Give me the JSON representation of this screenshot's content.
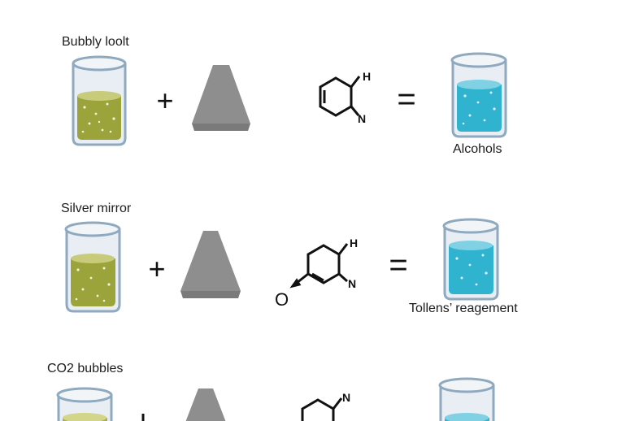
{
  "rows": [
    {
      "title": "Bubbly loolt",
      "operator": "+",
      "equals": "=",
      "molecule_atoms": [
        "H",
        "N"
      ],
      "product_label": "Alcohols",
      "left_liquid_color": "#9aa43a",
      "right_liquid_color": "#2fb3cf"
    },
    {
      "title": "Silver mirror",
      "operator": "+",
      "equals": "=",
      "molecule_atoms": [
        "H",
        "N",
        "O"
      ],
      "product_label": "Tollens’ reagement",
      "left_liquid_color": "#9aa43a",
      "right_liquid_color": "#2fb3cf"
    },
    {
      "title": "CO2 bubbles",
      "operator": "+",
      "equals": "=",
      "molecule_atoms": [
        "N"
      ],
      "product_label": "",
      "left_liquid_color": "#a8ad4a",
      "right_liquid_color": "#2fb3cf"
    }
  ],
  "colors": {
    "glass_outline": "#8fa9bf",
    "glass_fill": "#e6edf4",
    "cone": "#8e8e8e",
    "cone_base": "#7a7a7a",
    "ink": "#111111"
  }
}
